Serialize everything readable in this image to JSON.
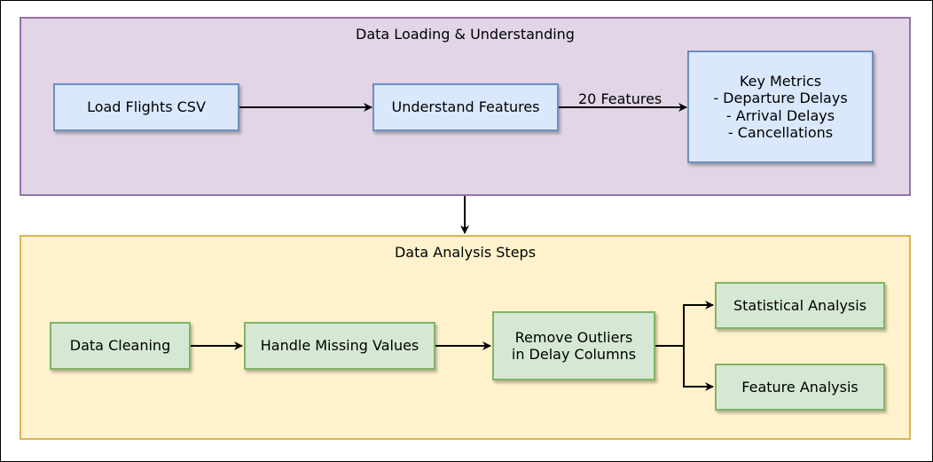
{
  "containers": {
    "loading": {
      "title": "Data Loading & Understanding"
    },
    "analysis": {
      "title": "Data Analysis Steps"
    }
  },
  "nodes": {
    "load_csv": "Load Flights CSV",
    "understand": "Understand Features",
    "key_metrics": {
      "lines": [
        "Key Metrics",
        "- Departure Delays",
        "- Arrival Delays",
        "- Cancellations"
      ]
    },
    "data_cleaning": "Data Cleaning",
    "handle_missing": "Handle Missing Values",
    "remove_outliers": {
      "lines": [
        "Remove Outliers",
        "in Delay Columns"
      ]
    },
    "statistical": "Statistical Analysis",
    "feature": "Feature Analysis"
  },
  "edges": {
    "features_label": "20 Features"
  },
  "colors": {
    "purple_fill": "#e1d5e7",
    "purple_stroke": "#9673a6",
    "yellow_fill": "#fff2cc",
    "yellow_stroke": "#d6b656",
    "blue_fill": "#dae8fc",
    "blue_stroke": "#6c8ebf",
    "green_fill": "#d5e8d4",
    "green_stroke": "#82b366"
  }
}
